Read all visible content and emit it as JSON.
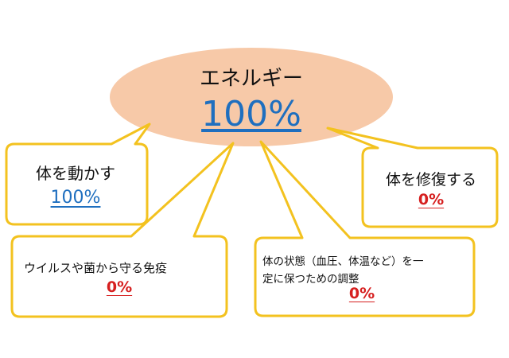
{
  "energy": {
    "title": "エネルギー",
    "value": "100%"
  },
  "callouts": [
    {
      "label": "体を動かす",
      "value": "100%"
    },
    {
      "label": "体を修復する",
      "value": "0%"
    },
    {
      "label": "ウイルスや菌から守る免疫",
      "value": "0%"
    },
    {
      "label_line1": "体の状態（血圧、体温など）を一",
      "label_line2": "定に保つための調整",
      "value": "0%"
    }
  ],
  "colors": {
    "ellipse_fill": "#f7c9a8",
    "callout_border": "#f3c21f",
    "blue_value": "#1f6fbf",
    "red_value": "#d61f1f"
  }
}
